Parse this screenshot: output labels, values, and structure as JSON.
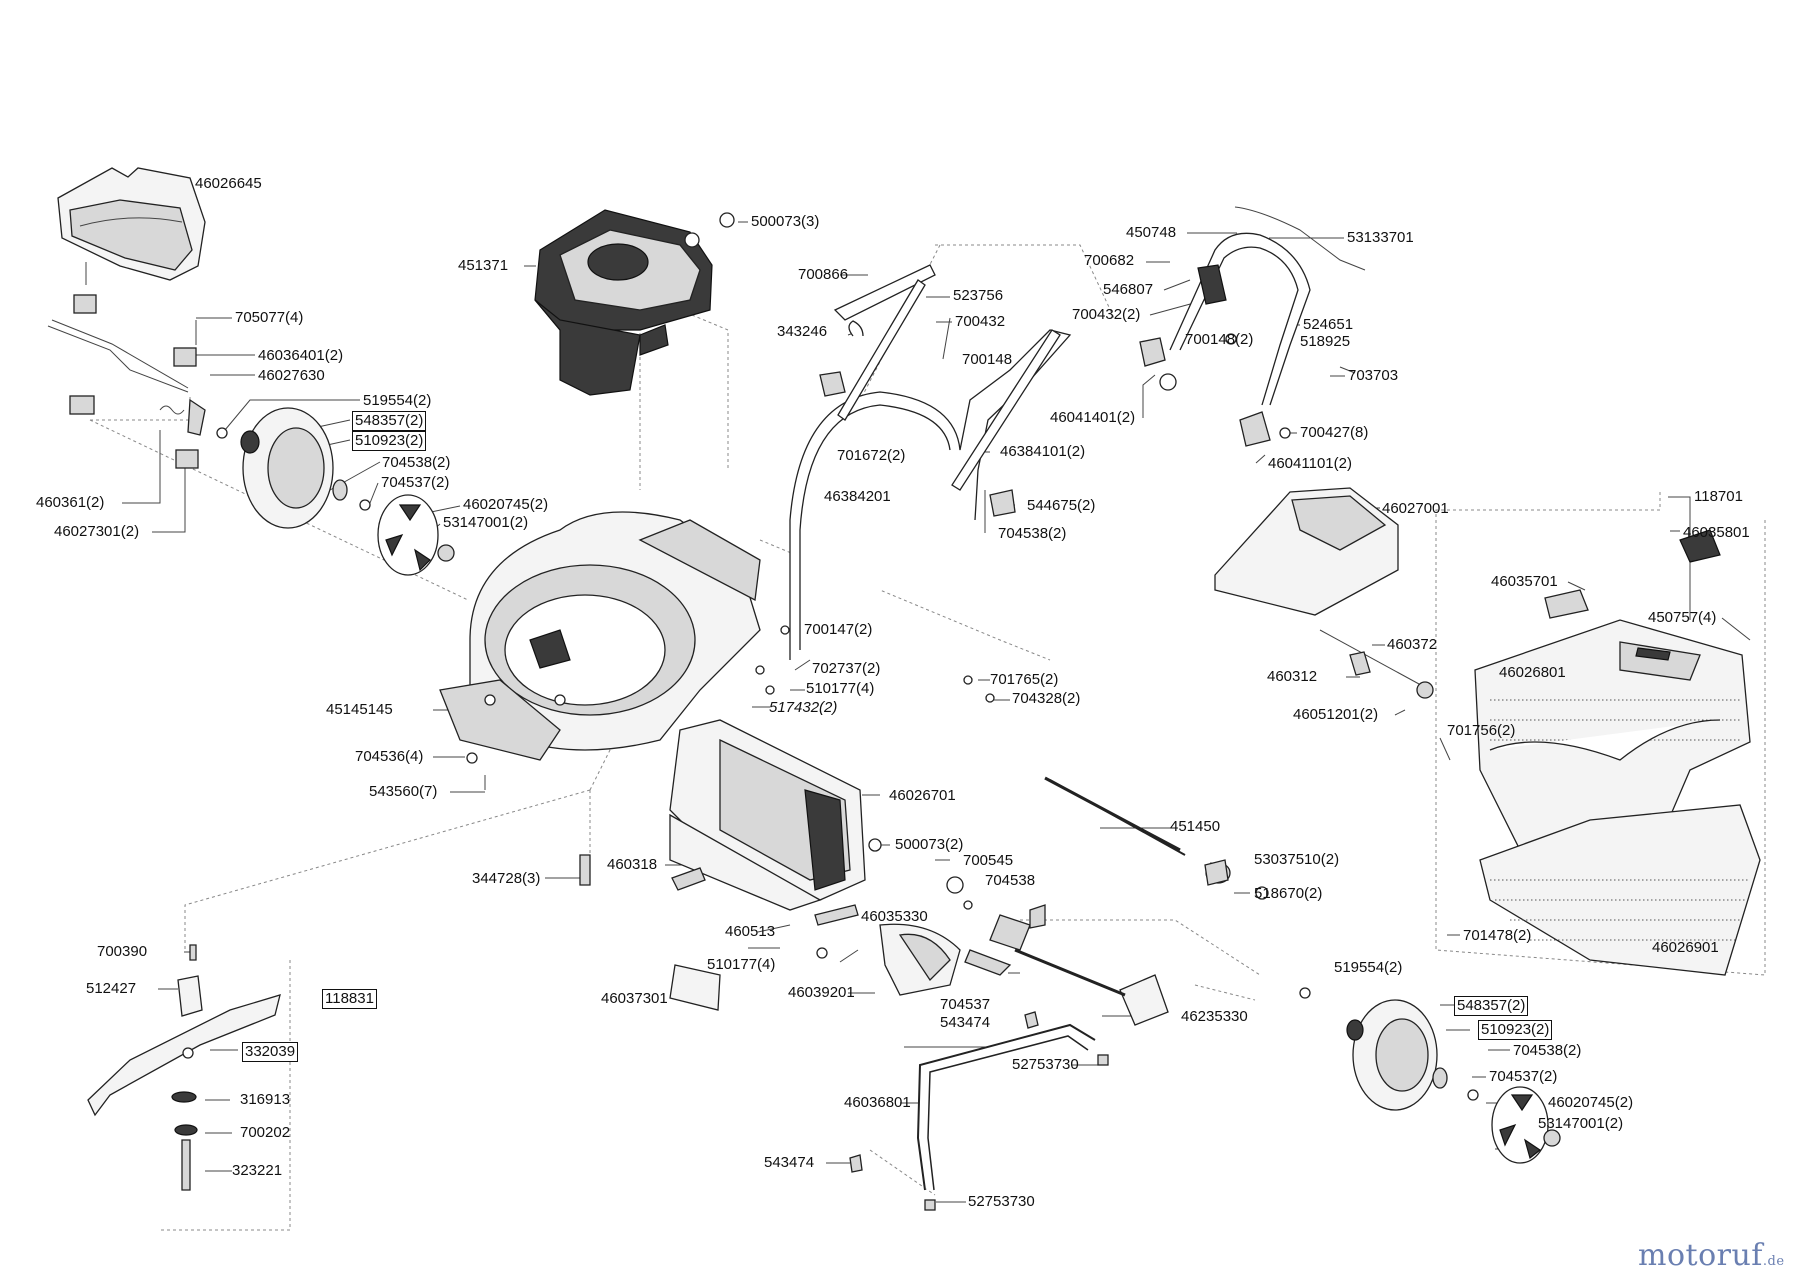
{
  "diagram": {
    "labels": [
      {
        "id": "lbl-46026645",
        "text": "46026645"
      },
      {
        "id": "lbl-500073-3",
        "text": "500073(3)"
      },
      {
        "id": "lbl-451371",
        "text": "451371"
      },
      {
        "id": "lbl-705077-4",
        "text": "705077(4)"
      },
      {
        "id": "lbl-46036401-2",
        "text": "46036401(2)"
      },
      {
        "id": "lbl-46027630",
        "text": "46027630"
      },
      {
        "id": "lbl-519554-2-a",
        "text": "519554(2)"
      },
      {
        "id": "lbl-548357-2-a",
        "text": "548357(2)",
        "boxed": true
      },
      {
        "id": "lbl-510923-2-a",
        "text": "510923(2)",
        "boxed": true
      },
      {
        "id": "lbl-704538-2-a",
        "text": "704538(2)"
      },
      {
        "id": "lbl-704537-2-a",
        "text": "704537(2)"
      },
      {
        "id": "lbl-460361-2",
        "text": "460361(2)"
      },
      {
        "id": "lbl-46020745-2-a",
        "text": "46020745(2)"
      },
      {
        "id": "lbl-53147001-2-a",
        "text": "53147001(2)"
      },
      {
        "id": "lbl-46027301-2",
        "text": "46027301(2)"
      },
      {
        "id": "lbl-700866",
        "text": "700866"
      },
      {
        "id": "lbl-523756",
        "text": "523756"
      },
      {
        "id": "lbl-700432",
        "text": "700432"
      },
      {
        "id": "lbl-343246",
        "text": "343246"
      },
      {
        "id": "lbl-700148",
        "text": "700148"
      },
      {
        "id": "lbl-450748",
        "text": "450748"
      },
      {
        "id": "lbl-53133701",
        "text": "53133701"
      },
      {
        "id": "lbl-700682",
        "text": "700682"
      },
      {
        "id": "lbl-546807",
        "text": "546807"
      },
      {
        "id": "lbl-700432-2",
        "text": "700432(2)"
      },
      {
        "id": "lbl-524651",
        "text": "524651"
      },
      {
        "id": "lbl-700148-2",
        "text": "700148(2)"
      },
      {
        "id": "lbl-518925",
        "text": "518925"
      },
      {
        "id": "lbl-703703",
        "text": "703703"
      },
      {
        "id": "lbl-46041401-2",
        "text": "46041401(2)"
      },
      {
        "id": "lbl-700427-8",
        "text": "700427(8)"
      },
      {
        "id": "lbl-46041101-2",
        "text": "46041101(2)"
      },
      {
        "id": "lbl-701672-2",
        "text": "701672(2)"
      },
      {
        "id": "lbl-46384101-2",
        "text": "46384101(2)"
      },
      {
        "id": "lbl-46384201",
        "text": "46384201"
      },
      {
        "id": "lbl-544675-2",
        "text": "544675(2)"
      },
      {
        "id": "lbl-704538-2-b",
        "text": "704538(2)"
      },
      {
        "id": "lbl-46027001",
        "text": "46027001"
      },
      {
        "id": "lbl-118701",
        "text": "118701"
      },
      {
        "id": "lbl-46035801",
        "text": "46035801"
      },
      {
        "id": "lbl-46035701",
        "text": "46035701"
      },
      {
        "id": "lbl-450757-4",
        "text": "450757(4)"
      },
      {
        "id": "lbl-460372",
        "text": "460372"
      },
      {
        "id": "lbl-460312",
        "text": "460312"
      },
      {
        "id": "lbl-46026801",
        "text": "46026801"
      },
      {
        "id": "lbl-46051201-2",
        "text": "46051201(2)"
      },
      {
        "id": "lbl-701756-2",
        "text": "701756(2)"
      },
      {
        "id": "lbl-700147-2",
        "text": "700147(2)"
      },
      {
        "id": "lbl-702737-2",
        "text": "702737(2)"
      },
      {
        "id": "lbl-510177-4-a",
        "text": "510177(4)"
      },
      {
        "id": "lbl-701765-2",
        "text": "701765(2)"
      },
      {
        "id": "lbl-704328-2",
        "text": "704328(2)"
      },
      {
        "id": "lbl-45145145",
        "text": "45145145"
      },
      {
        "id": "lbl-517432-2",
        "text": "517432(2)",
        "italic": true
      },
      {
        "id": "lbl-704536-4",
        "text": "704536(4)"
      },
      {
        "id": "lbl-543560-7",
        "text": "543560(7)"
      },
      {
        "id": "lbl-46026701",
        "text": "46026701"
      },
      {
        "id": "lbl-451450",
        "text": "451450"
      },
      {
        "id": "lbl-500073-2",
        "text": "500073(2)"
      },
      {
        "id": "lbl-700545",
        "text": "700545"
      },
      {
        "id": "lbl-53037510-2",
        "text": "53037510(2)"
      },
      {
        "id": "lbl-344728-3",
        "text": "344728(3)"
      },
      {
        "id": "lbl-460318",
        "text": "460318"
      },
      {
        "id": "lbl-704538",
        "text": "704538"
      },
      {
        "id": "lbl-518670-2",
        "text": "518670(2)"
      },
      {
        "id": "lbl-701478-2",
        "text": "701478(2)"
      },
      {
        "id": "lbl-46026901",
        "text": "46026901"
      },
      {
        "id": "lbl-460513",
        "text": "460513"
      },
      {
        "id": "lbl-46035330",
        "text": "46035330"
      },
      {
        "id": "lbl-700390",
        "text": "700390"
      },
      {
        "id": "lbl-510177-4-b",
        "text": "510177(4)"
      },
      {
        "id": "lbl-519554-2-b",
        "text": "519554(2)"
      },
      {
        "id": "lbl-512427",
        "text": "512427"
      },
      {
        "id": "lbl-118831",
        "text": "118831",
        "boxed": true
      },
      {
        "id": "lbl-46039201",
        "text": "46039201"
      },
      {
        "id": "lbl-46037301",
        "text": "46037301"
      },
      {
        "id": "lbl-704537",
        "text": "704537"
      },
      {
        "id": "lbl-543474-a",
        "text": "543474"
      },
      {
        "id": "lbl-46235330",
        "text": "46235330"
      },
      {
        "id": "lbl-548357-2-b",
        "text": "548357(2)",
        "boxed": true
      },
      {
        "id": "lbl-510923-2-b",
        "text": "510923(2)",
        "boxed": true
      },
      {
        "id": "lbl-332039",
        "text": "332039",
        "boxed": true
      },
      {
        "id": "lbl-704538-2-c",
        "text": "704538(2)"
      },
      {
        "id": "lbl-704537-2-b",
        "text": "704537(2)"
      },
      {
        "id": "lbl-52753730-a",
        "text": "52753730"
      },
      {
        "id": "lbl-316913",
        "text": "316913"
      },
      {
        "id": "lbl-46020745-2-b",
        "text": "46020745(2)"
      },
      {
        "id": "lbl-46036801",
        "text": "46036801"
      },
      {
        "id": "lbl-53147001-2-b",
        "text": "53147001(2)"
      },
      {
        "id": "lbl-700202",
        "text": "700202"
      },
      {
        "id": "lbl-323221",
        "text": "323221"
      },
      {
        "id": "lbl-543474-b",
        "text": "543474"
      },
      {
        "id": "lbl-52753730-b",
        "text": "52753730"
      }
    ]
  },
  "watermark": {
    "brand": "motoruf",
    "tld": ".de"
  }
}
